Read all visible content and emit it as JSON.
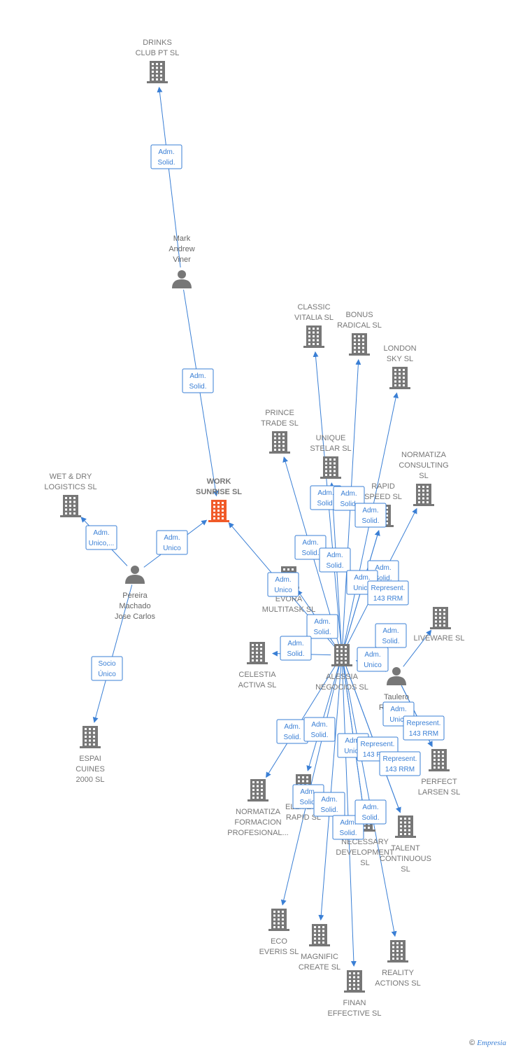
{
  "nodes": [
    {
      "id": "drinks",
      "type": "company",
      "label": [
        "DRINKS",
        "CLUB PT  SL"
      ]
    },
    {
      "id": "mark",
      "type": "person",
      "label": [
        "Mark",
        "Andrew",
        "Viner"
      ]
    },
    {
      "id": "work",
      "type": "focus",
      "label": [
        "WORK",
        "SUNRISE  SL"
      ]
    },
    {
      "id": "wetdry",
      "type": "company",
      "label": [
        "WET & DRY",
        "LOGISTICS  SL"
      ]
    },
    {
      "id": "pereira",
      "type": "person",
      "label": [
        "Pereira",
        "Machado",
        "Jose Carlos"
      ]
    },
    {
      "id": "espai",
      "type": "company",
      "label": [
        "ESPAI",
        "CUINES",
        "2000 SL"
      ]
    },
    {
      "id": "classic",
      "type": "company",
      "label": [
        "CLASSIC",
        "VITALIA  SL"
      ]
    },
    {
      "id": "bonus",
      "type": "company",
      "label": [
        "BONUS",
        "RADICAL  SL"
      ]
    },
    {
      "id": "london",
      "type": "company",
      "label": [
        "LONDON",
        "SKY  SL"
      ]
    },
    {
      "id": "prince",
      "type": "company",
      "label": [
        "PRINCE",
        "TRADE  SL"
      ]
    },
    {
      "id": "unique",
      "type": "company",
      "label": [
        "UNIQUE",
        "STELAR  SL"
      ]
    },
    {
      "id": "normcons",
      "type": "company",
      "label": [
        "NORMATIZA",
        "CONSULTING",
        "SL"
      ]
    },
    {
      "id": "rapidspeed",
      "type": "company",
      "label": [
        "RAPID",
        "SPEED  SL"
      ]
    },
    {
      "id": "evora",
      "type": "company",
      "label": [
        "EVORA",
        "MULTITASK  SL"
      ]
    },
    {
      "id": "liveware",
      "type": "company",
      "label": [
        "LIVEWARE  SL"
      ]
    },
    {
      "id": "celestia",
      "type": "company",
      "label": [
        "CELESTIA",
        "ACTIVA  SL"
      ]
    },
    {
      "id": "alessia",
      "type": "company",
      "label": [
        "ALESSIA",
        "NEGOCIOS  SL"
      ]
    },
    {
      "id": "taulero",
      "type": "person",
      "label": [
        "Taulero",
        "Rodriguez"
      ]
    },
    {
      "id": "normform",
      "type": "company",
      "label": [
        "NORMATIZA",
        "FORMACION",
        "PROFESIONAL..."
      ]
    },
    {
      "id": "elementrapid",
      "type": "company",
      "label": [
        "ELEMENT",
        "RAPID  SL"
      ]
    },
    {
      "id": "necessary",
      "type": "company",
      "label": [
        "NECESSARY",
        "DEVELOPMENT",
        "SL"
      ]
    },
    {
      "id": "perfect",
      "type": "company",
      "label": [
        "PERFECT",
        "LARSEN  SL"
      ]
    },
    {
      "id": "talent",
      "type": "company",
      "label": [
        "TALENT",
        "CONTINUOUS",
        "SL"
      ]
    },
    {
      "id": "eco",
      "type": "company",
      "label": [
        "ECO",
        "EVERIS  SL"
      ]
    },
    {
      "id": "magnific",
      "type": "company",
      "label": [
        "MAGNIFIC",
        "CREATE  SL"
      ]
    },
    {
      "id": "finan",
      "type": "company",
      "label": [
        "FINAN",
        "EFFECTIVE  SL"
      ]
    },
    {
      "id": "reality",
      "type": "company",
      "label": [
        "REALITY",
        "ACTIONS  SL"
      ]
    }
  ],
  "edges": [
    {
      "from": "mark",
      "to": "drinks",
      "label": [
        "Adm.",
        "Solid."
      ]
    },
    {
      "from": "mark",
      "to": "work",
      "label": [
        "Adm.",
        "Solid."
      ]
    },
    {
      "from": "pereira",
      "to": "wetdry",
      "label": [
        "Adm.",
        "Unico,..."
      ]
    },
    {
      "from": "pereira",
      "to": "work",
      "label": [
        "Adm.",
        "Unico"
      ]
    },
    {
      "from": "pereira",
      "to": "espai",
      "label": [
        "Socio",
        "Único"
      ]
    },
    {
      "from": "alessia",
      "to": "work",
      "label": [
        "Adm.",
        "Unico"
      ]
    },
    {
      "from": "alessia",
      "to": "classic",
      "label": [
        "Adm.",
        "Solid."
      ]
    },
    {
      "from": "alessia",
      "to": "bonus",
      "label": [
        "Adm.",
        "Solid."
      ]
    },
    {
      "from": "alessia",
      "to": "london",
      "label": [
        "Adm.",
        "Solid."
      ]
    },
    {
      "from": "alessia",
      "to": "prince",
      "label": [
        "Adm.",
        "Solid."
      ]
    },
    {
      "from": "alessia",
      "to": "unique",
      "label": [
        "Adm.",
        "Solid."
      ]
    },
    {
      "from": "alessia",
      "to": "normcons",
      "label": [
        "Adm.",
        "Solid."
      ]
    },
    {
      "from": "alessia",
      "to": "rapidspeed",
      "label": [
        "Adm.",
        "Unico"
      ]
    },
    {
      "from": "alessia",
      "to": "rapidspeed",
      "label": [
        "Represent.",
        "143 RRM"
      ]
    },
    {
      "from": "alessia",
      "to": "evora",
      "label": [
        "Adm.",
        "Solid."
      ]
    },
    {
      "from": "alessia",
      "to": "celestia",
      "label": [
        "Adm.",
        "Solid."
      ]
    },
    {
      "from": "taulero",
      "to": "liveware",
      "label": [
        "Adm.",
        "Solid."
      ]
    },
    {
      "from": "taulero",
      "to": "alessia",
      "label": [
        "Adm.",
        "Unico"
      ]
    },
    {
      "from": "taulero",
      "to": "perfect",
      "label": [
        "Adm.",
        "Unico"
      ]
    },
    {
      "from": "taulero",
      "to": "perfect",
      "label": [
        "Represent.",
        "143 RRM"
      ]
    },
    {
      "from": "alessia",
      "to": "normform",
      "label": [
        "Adm.",
        "Solid."
      ]
    },
    {
      "from": "alessia",
      "to": "elementrapid",
      "label": [
        "Adm.",
        "Solid."
      ]
    },
    {
      "from": "alessia",
      "to": "necessary",
      "label": [
        "Adm.",
        "Unico"
      ]
    },
    {
      "from": "alessia",
      "to": "necessary",
      "label": [
        "Represent.",
        "143 RRM"
      ]
    },
    {
      "from": "alessia",
      "to": "talent",
      "label": [
        "Adm.",
        "Unico"
      ]
    },
    {
      "from": "alessia",
      "to": "talent",
      "label": [
        "Represent.",
        "143 RRM"
      ]
    },
    {
      "from": "alessia",
      "to": "eco",
      "label": [
        "Adm.",
        "Solid."
      ]
    },
    {
      "from": "alessia",
      "to": "magnific",
      "label": [
        "Adm.",
        "Solid."
      ]
    },
    {
      "from": "alessia",
      "to": "finan",
      "label": [
        "Adm.",
        "Solid."
      ]
    },
    {
      "from": "alessia",
      "to": "reality",
      "label": [
        "Adm.",
        "Solid."
      ]
    }
  ],
  "colors": {
    "edge": "#3a7fd5",
    "company": "#777777",
    "focus": "#f05a28",
    "person": "#777777"
  },
  "footer": {
    "copyright": "©",
    "brand": "Empresia"
  }
}
